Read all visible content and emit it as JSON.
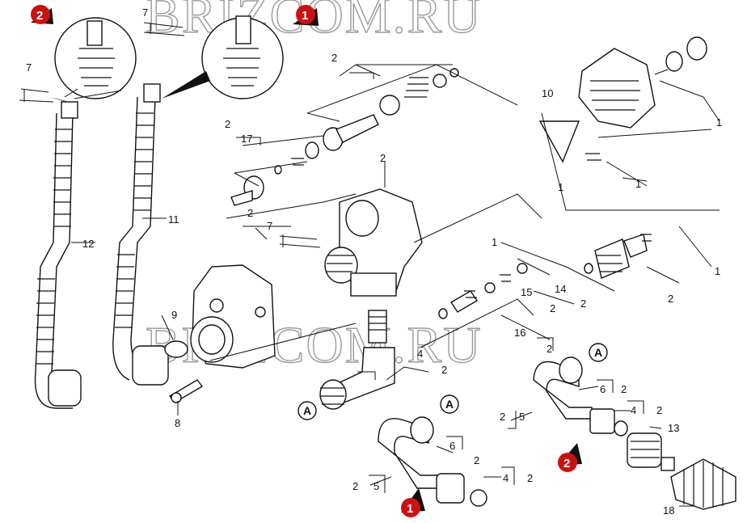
{
  "watermark": "BRIZCOM.RU",
  "callouts": {
    "one": "1",
    "two": "2"
  },
  "letters": {
    "a": "A"
  },
  "labels": {
    "n1": "1",
    "n2": "2",
    "n4": "4",
    "n5": "5",
    "n6": "6",
    "n7": "7",
    "n8": "8",
    "n9": "9",
    "n10": "10",
    "n11": "11",
    "n12": "12",
    "n13": "13",
    "n14": "14",
    "n15": "15",
    "n16": "16",
    "n17": "17",
    "n18": "18"
  }
}
